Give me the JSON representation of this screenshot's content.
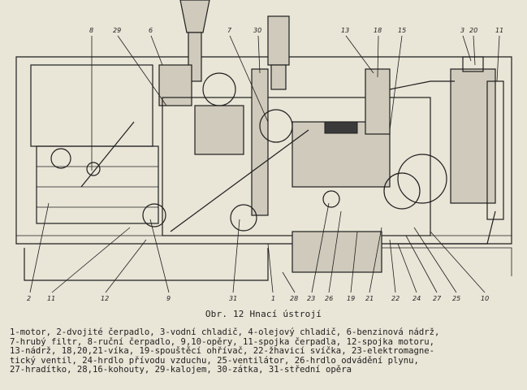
{
  "caption": "Obr. 12 Hnací ústrojí",
  "legend": "1-motor, 2-dvojité čerpadlo, 3-vodní chladič, 4-olejový chladič, 6-benzinová nádrž,\n7-hrubý filtr, 8-ruční čerpadlo, 9,10-opěry, 11-spojka čerpadla, 12-spojka motoru,\n13-nádrž, 18,20,21-víka, 19-spouštěcí ohřívač, 22-žhavicí svíčka, 23-elektromagne-\ntický ventil, 24-hrdlo přívodu vzduchu, 25-ventilátor, 26-hrdlo odvádění plynu,\n27-hradítko, 28,16-kohouty, 29-kalojem, 30-zátka, 31-střední opěra",
  "top_labels": [
    "8",
    "29",
    "6",
    "7",
    "30",
    "13",
    "18",
    "15",
    "3",
    "20",
    "11"
  ],
  "bottom_labels": [
    "2",
    "11",
    "12",
    "9",
    "31",
    "1",
    "28",
    "23",
    "26",
    "19",
    "21",
    "22",
    "24",
    "27",
    "25",
    "10"
  ]
}
